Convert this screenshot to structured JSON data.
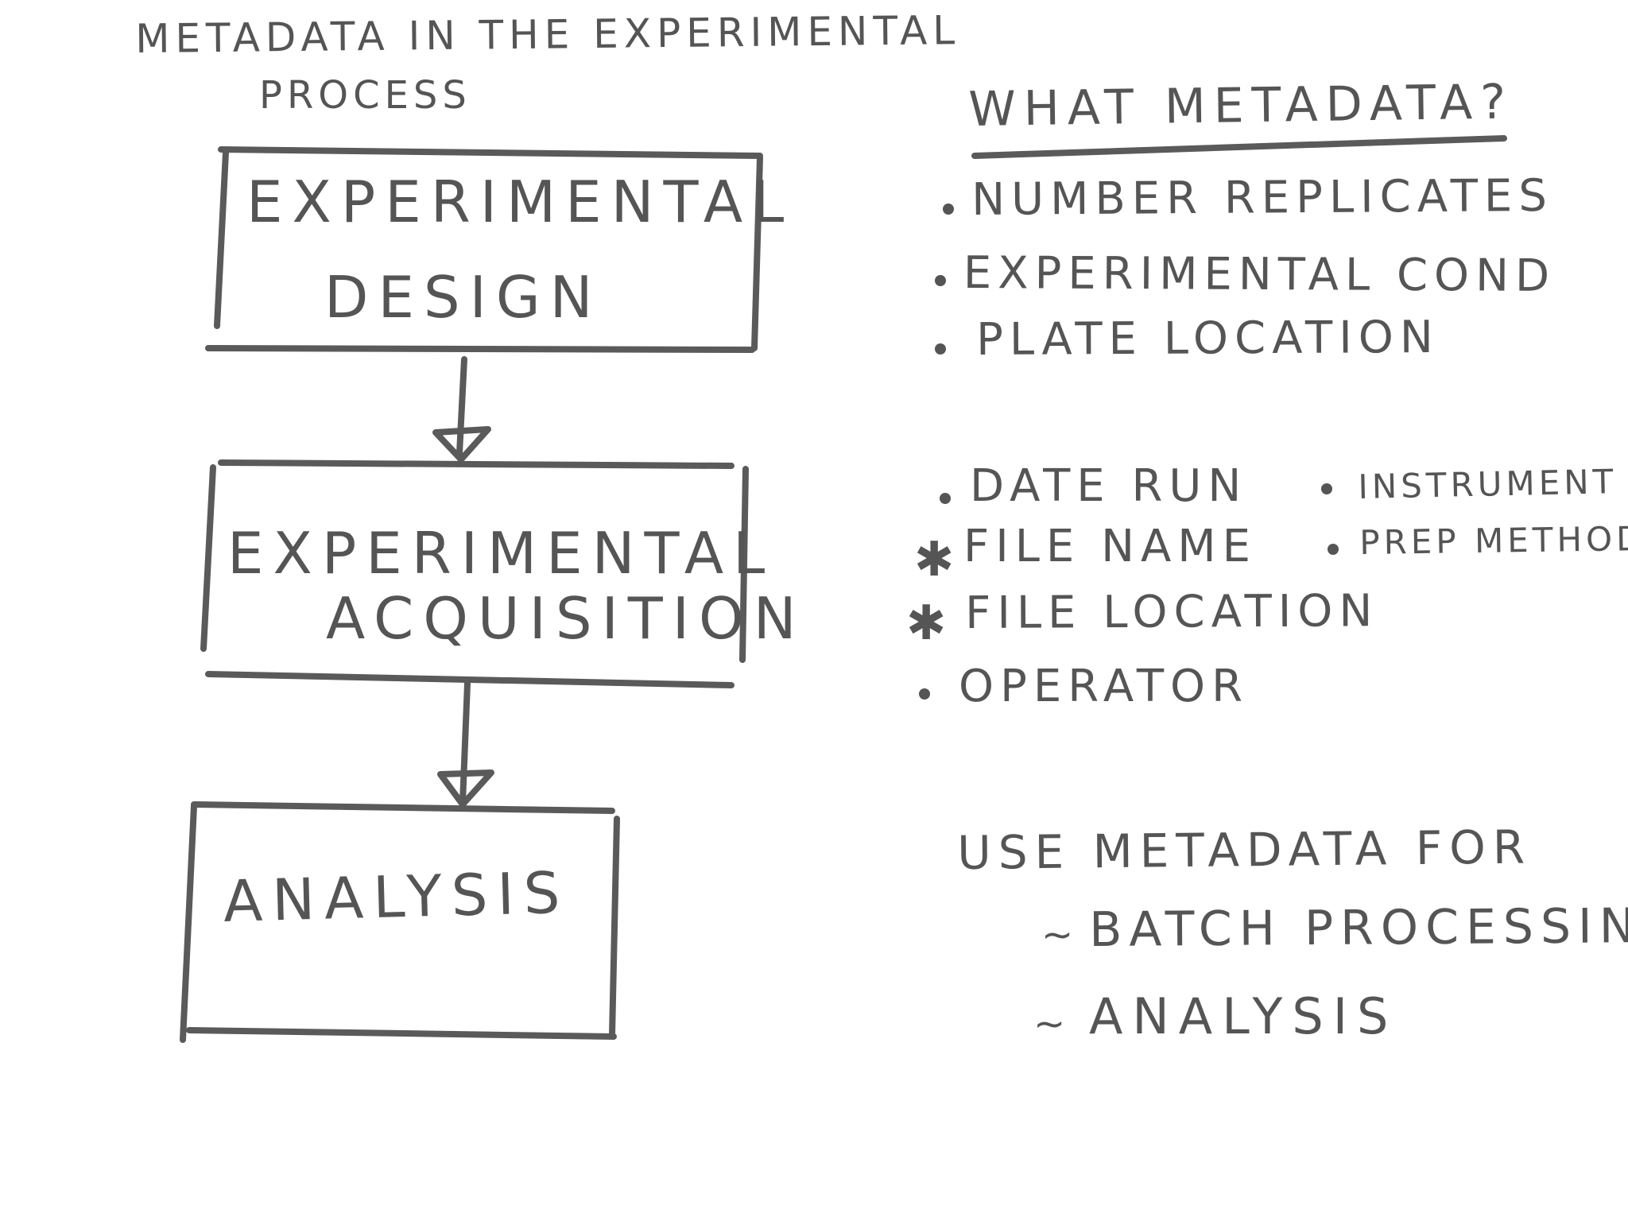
{
  "title": {
    "line1": "METADATA IN THE EXPERIMENTAL",
    "line2": "PROCESS"
  },
  "flow": {
    "box1": {
      "line1": "EXPERIMENTAL",
      "line2": "DESIGN"
    },
    "box2": {
      "line1": "EXPERIMENTAL",
      "line2": "ACQUISITION"
    },
    "box3": {
      "line1": "ANALYSIS"
    }
  },
  "what_metadata": {
    "heading": "WHAT METADATA?",
    "group1": [
      {
        "bullet": "dot",
        "text": "NUMBER REPLICATES"
      },
      {
        "bullet": "dot",
        "text": "EXPERIMENTAL COND"
      },
      {
        "bullet": "dot",
        "text": "PLATE LOCATION"
      }
    ],
    "group2": [
      {
        "bullet": "dot",
        "text": "DATE RUN"
      },
      {
        "bullet": "star",
        "text": "FILE NAME"
      },
      {
        "bullet": "star",
        "text": "FILE LOCATION"
      },
      {
        "bullet": "dot",
        "text": "OPERATOR"
      }
    ],
    "group3": [
      {
        "bullet": "dot",
        "text": "INSTRUMENT"
      },
      {
        "bullet": "dot",
        "text": "PREP METHOD"
      }
    ],
    "star_symbol": "✱",
    "dash_symbol": "~"
  },
  "use_metadata": {
    "heading": "USE METADATA FOR",
    "items": [
      "BATCH PROCESSING",
      "ANALYSIS"
    ]
  },
  "colors": {
    "ink": "#555555",
    "background": "#ffffff"
  }
}
